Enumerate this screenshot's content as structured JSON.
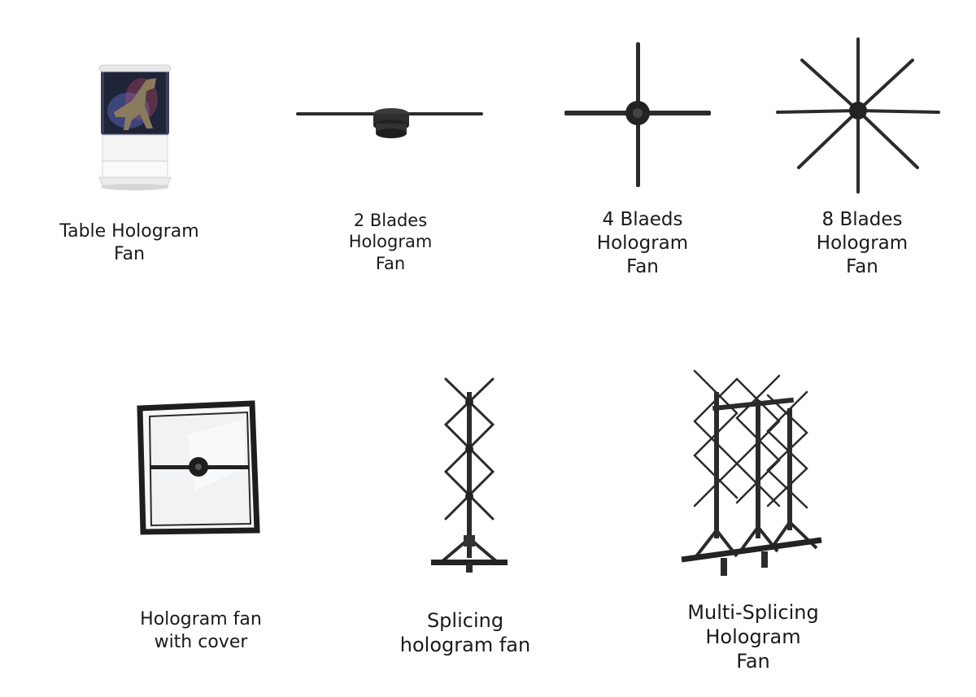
{
  "products": [
    {
      "name": "table-hologram-fan",
      "label_lines": [
        "Table Hologram",
        "Fan"
      ]
    },
    {
      "name": "2-blades-hologram-fan",
      "label_lines": [
        "2 Blades",
        "Hologram",
        "Fan"
      ]
    },
    {
      "name": "4-blades-hologram-fan",
      "label_lines": [
        "4 Blaeds",
        "Hologram",
        "Fan"
      ]
    },
    {
      "name": "8-blades-hologram-fan",
      "label_lines": [
        "8 Blades",
        "Hologram",
        "Fan"
      ]
    },
    {
      "name": "hologram-fan-with-cover",
      "label_lines": [
        "Hologram fan",
        "with cover"
      ]
    },
    {
      "name": "splicing-hologram-fan",
      "label_lines": [
        "Splicing",
        "hologram fan"
      ]
    },
    {
      "name": "multi-splicing-hologram-fan",
      "label_lines": [
        "Multi-Splicing",
        "Hologram",
        "Fan"
      ]
    }
  ],
  "colors": {
    "background": "#ffffff",
    "product_dark": "#2b2b2b",
    "text": "#1a1a1a"
  }
}
